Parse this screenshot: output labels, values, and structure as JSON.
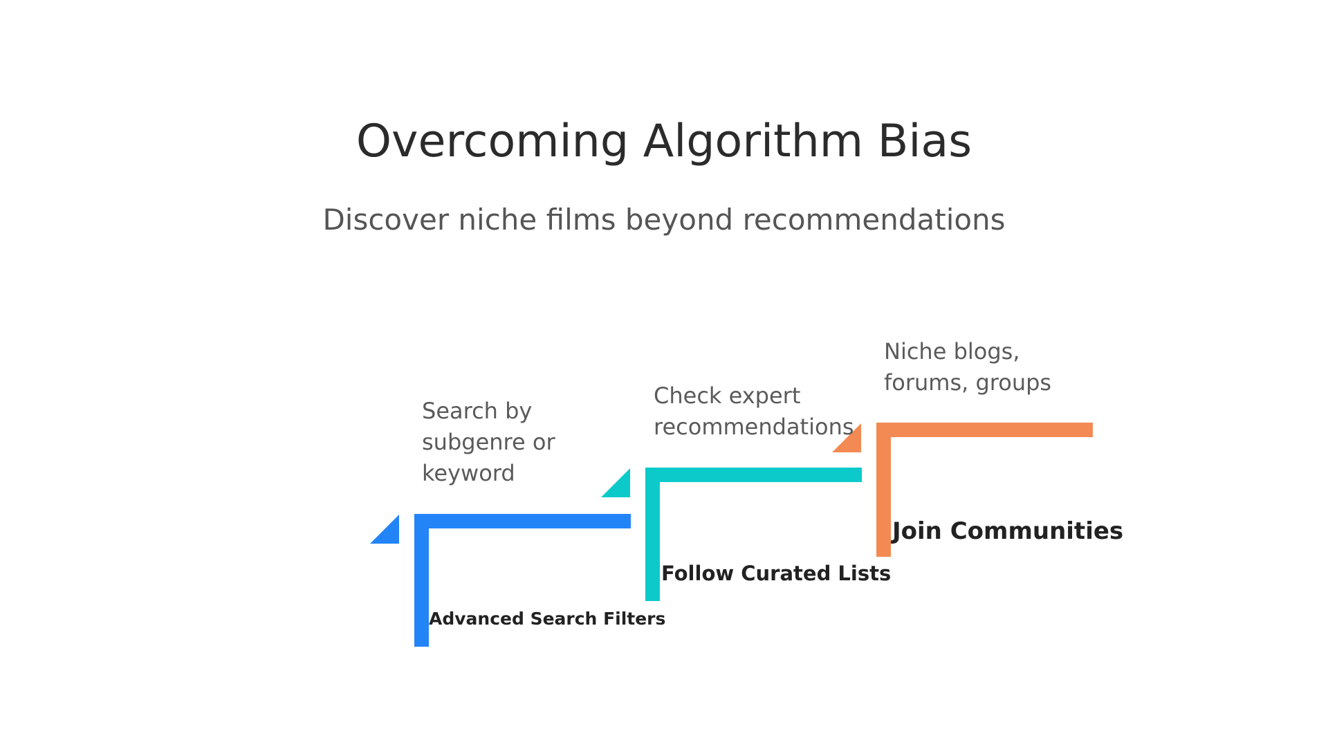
{
  "title": "Overcoming Algorithm Bias",
  "subtitle": "Discover niche films beyond recommendations",
  "steps": [
    {
      "label": "Advanced Search Filters",
      "description": "Search by\nsubgenre or\nkeyword",
      "color": "#2384f7"
    },
    {
      "label": "Follow Curated Lists",
      "description": "Check expert\nrecommendations",
      "color": "#0ccaca"
    },
    {
      "label": "Join Communities",
      "description": "Niche blogs,\nforums, groups",
      "color": "#f38a53"
    }
  ]
}
